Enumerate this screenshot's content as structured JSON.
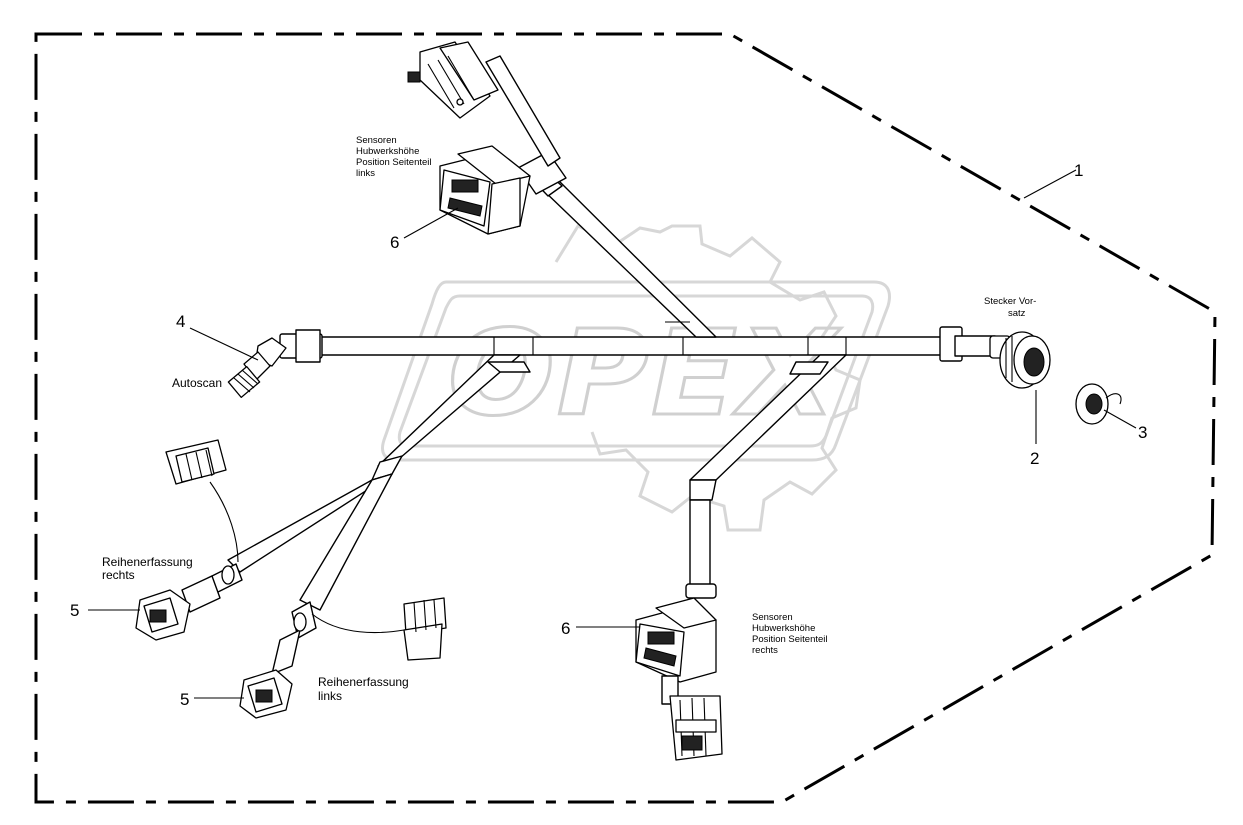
{
  "callouts": {
    "c1": "1",
    "c2": "2",
    "c3": "3",
    "c4": "4",
    "c5a": "5",
    "c5b": "5",
    "c6a": "6",
    "c6b": "6"
  },
  "labels": {
    "sensor_left": [
      "Sensoren",
      "Hubwerkshöhe",
      "Position Seitenteil",
      "links"
    ],
    "sensor_right": [
      "Sensoren",
      "Hubwerkshöhe",
      "Position Seitenteil",
      "rechts"
    ],
    "stecker": [
      "Stecker Vor-",
      "satz"
    ],
    "autoscan": "Autoscan",
    "row_right": [
      "Reihenerfassung",
      "rechts"
    ],
    "row_left": [
      "Reihenerfassung",
      "links"
    ]
  },
  "watermark": {
    "text": "OPEX",
    "color": "#d0d0d0"
  }
}
